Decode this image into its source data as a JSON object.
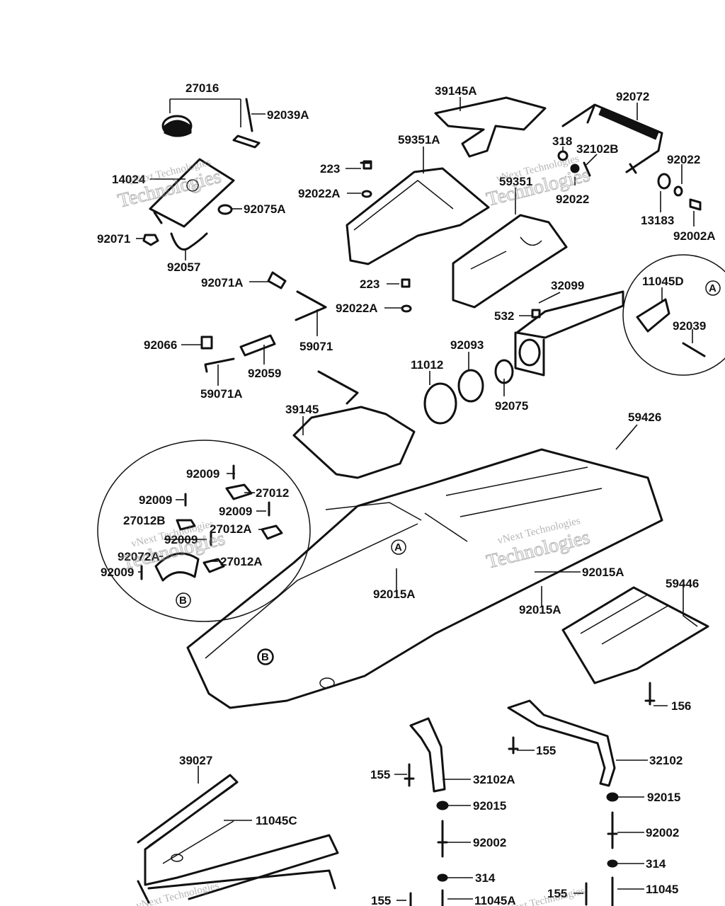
{
  "watermark": {
    "line1": "vNext Technologies",
    "line2": "Technologies"
  },
  "markers": {
    "A": "A",
    "B": "B"
  },
  "labels": {
    "p27016": "27016",
    "p92039A": "92039A",
    "p14024": "14024",
    "p92075A": "92075A",
    "p92071": "92071",
    "p92057": "92057",
    "p92071A": "92071A",
    "p39145A": "39145A",
    "p59351A": "59351A",
    "p223a": "223",
    "p92022Aa": "92022A",
    "p59351": "59351",
    "p223b": "223",
    "p92022Ab": "92022A",
    "p59071": "59071",
    "p92072": "92072",
    "p318": "318",
    "p32102B": "32102B",
    "p92022a": "92022",
    "p92022b": "92022",
    "p13183": "13183",
    "p92002A": "92002A",
    "p11045D": "11045D",
    "p92039": "92039",
    "p32099": "32099",
    "p532": "532",
    "p92093": "92093",
    "p11012": "11012",
    "p92075": "92075",
    "p92066": "92066",
    "p92059": "92059",
    "p59071A": "59071A",
    "p39145": "39145",
    "p59426": "59426",
    "p92009a": "92009",
    "p27012": "27012",
    "p92009b": "92009",
    "p92009c": "92009",
    "p27012B": "27012B",
    "p27012Aa": "27012A",
    "p92009d": "92009",
    "p92072A": "92072A",
    "p27012Ab": "27012A",
    "p92009e": "92009",
    "p92015Aa": "92015A",
    "p92015Ab": "92015A",
    "p92015Ac": "92015A",
    "p59446": "59446",
    "p156": "156",
    "p155a": "155",
    "p32102": "32102",
    "p155b": "155",
    "p32102A": "32102A",
    "p92015a": "92015",
    "p92015b": "92015",
    "p92002a": "92002",
    "p92002b": "92002",
    "p314a": "314",
    "p314b": "314",
    "p39027": "39027",
    "p11045C": "11045C",
    "p155c": "155",
    "p11045A": "11045A",
    "p155d": "155",
    "p11045": "11045"
  }
}
